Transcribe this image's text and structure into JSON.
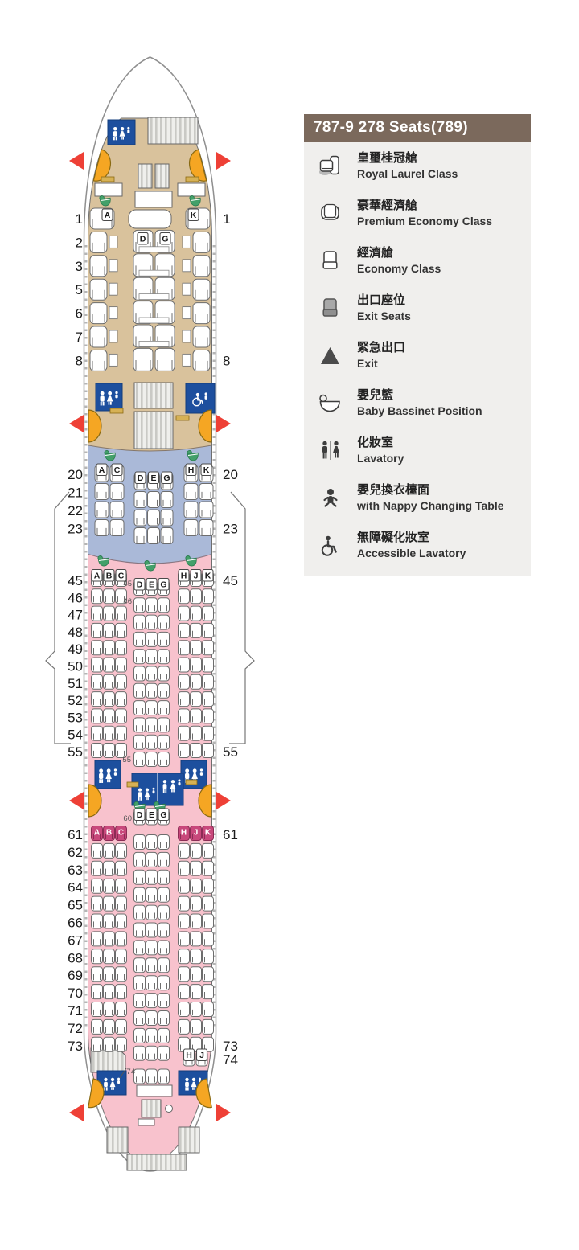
{
  "colors": {
    "title_bar": "#7b695c",
    "panel_bg": "#f0efed",
    "hull_stroke": "#8f8f8f",
    "royal_laurel_bg": "#d9c29c",
    "premium_economy_bg": "#aab9d8",
    "economy_bg": "#f8c2cd",
    "lavatory_blue": "#1d4f9e",
    "door_yellow": "#f5a623",
    "exit_red": "#ee4036",
    "bassinet_green": "#43a06a",
    "exit_row_seat": "#c8487b",
    "exit_seat_gray": "#a2a2a2",
    "legend_icon": "#3d3d3d"
  },
  "legend": {
    "title": "787-9 278 Seats(789)",
    "items": [
      {
        "icon": "royal-laurel-seat-icon",
        "zh": "皇璽桂冠艙",
        "en": "Royal Laurel Class"
      },
      {
        "icon": "premium-economy-seat-icon",
        "zh": "豪華經濟艙",
        "en": "Premium Economy Class"
      },
      {
        "icon": "economy-seat-icon",
        "zh": "經濟艙",
        "en": "Economy Class"
      },
      {
        "icon": "exit-seat-icon",
        "zh": "出口座位",
        "en": "Exit Seats"
      },
      {
        "icon": "exit-triangle-icon",
        "zh": "緊急出口",
        "en": "Exit"
      },
      {
        "icon": "bassinet-icon",
        "zh": "嬰兒籃",
        "en": "Baby Bassinet Position"
      },
      {
        "icon": "lavatory-icon",
        "zh": "化妝室",
        "en": "Lavatory"
      },
      {
        "icon": "nappy-changing-icon",
        "zh": "嬰兒換衣檯面",
        "en": "with Nappy Changing Table"
      },
      {
        "icon": "accessible-lavatory-icon",
        "zh": "無障礙化妝室",
        "en": "Accessible Lavatory"
      }
    ]
  },
  "seatmap": {
    "royal_laurel": {
      "cabin": "Royal Laurel Class",
      "rows": [
        "1",
        "2",
        "3",
        "5",
        "6",
        "7",
        "8"
      ],
      "letters": {
        "left": "A",
        "right": "K",
        "center": [
          "D",
          "G"
        ]
      }
    },
    "premium_economy": {
      "cabin": "Premium Economy Class",
      "rows": [
        "20",
        "21",
        "22",
        "23"
      ],
      "letters": {
        "left": [
          "A",
          "C"
        ],
        "center": [
          "D",
          "E",
          "G"
        ],
        "right": [
          "H",
          "K"
        ]
      }
    },
    "economy_front": {
      "cabin": "Economy Class",
      "rows": [
        "45",
        "46",
        "47",
        "48",
        "49",
        "50",
        "51",
        "52",
        "53",
        "54",
        "55"
      ],
      "letters": {
        "left": [
          "A",
          "B",
          "C"
        ],
        "center": [
          "D",
          "E",
          "G"
        ],
        "right": [
          "H",
          "J",
          "K"
        ]
      },
      "center_row_labels": [
        "45",
        "46",
        "55"
      ]
    },
    "economy_rear": {
      "cabin": "Economy Class",
      "center_lead_row": "60",
      "rows": [
        "61",
        "62",
        "63",
        "64",
        "65",
        "66",
        "67",
        "68",
        "69",
        "70",
        "71",
        "72",
        "73"
      ],
      "exit_seat_row": "61",
      "last_row": "74",
      "last_row_right_letters": [
        "H",
        "J"
      ],
      "letters": {
        "left": [
          "A",
          "B",
          "C"
        ],
        "center": [
          "D",
          "E",
          "G"
        ],
        "right": [
          "H",
          "J",
          "K"
        ]
      },
      "center_row_labels": [
        "60",
        "74"
      ]
    },
    "right_margin_rows": [
      "1",
      "8",
      "20",
      "23",
      "45",
      "55",
      "61",
      "73",
      "74"
    ]
  }
}
